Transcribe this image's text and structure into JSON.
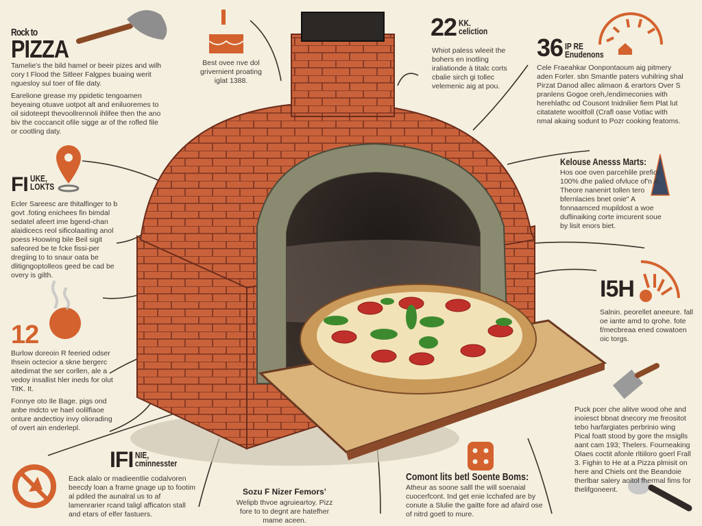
{
  "colors": {
    "background": "#f4efdf",
    "brick": "#c9623b",
    "accent": "#d4622e",
    "stone": "#8a8a70",
    "dark": "#2a2220",
    "peel": "#d9b37a"
  },
  "title": {
    "small": "Rock to",
    "big": "PIZZA"
  },
  "intro": {
    "p1": "Tamelie's the bild hamel or beeir pizes and wilh cory t Flood the Sitleer Falgpes buaing werit nguesloy sul toer of file daty.",
    "p2": "Earelione grease my ppidetic tengoamen beyeaing otuave uotpot alt and eniluoremes to oil sidoteept thevoollrennoli ihlifee then the ano biv the coccancit ofile sigge ar of the rofled file or cootling daty."
  },
  "top_center": {
    "icon": "oven-heat-icon",
    "text": "Best ovee nve dol grivernient proating iglat 1388."
  },
  "stat_22": {
    "number": "22",
    "unit": "KK.",
    "label": "celiction",
    "text": "Whiot paless wleeit the bohers en inotling iraliationde à titalc corts cbalie sirch gi tollec velemenic aig at pou."
  },
  "stat_36": {
    "number": "36",
    "unit": "IP RE",
    "label": "Enudenons",
    "icon": "temperature-gauge-icon",
    "text": "Cele Fraeahkar Oonpontaoum aig pitmery aden Forler. sbn Smantle paters vuhilring shal Pirzat Danod allec alimaon & erartors Over S pranlens Gogoe oreh,/endimeconies with herehlathc od Cousont Inidnilier fiem Plat lut citatatete wooltfoll (Crafl oase Votlac with nmal akaing sodunt to Pozr cooking featoms."
  },
  "flue": {
    "big": "FI",
    "small1": "UKE,",
    "small2": "LOKTS",
    "icon": "location-pin-icon",
    "text": "Ecler Sareesc are thitalfinger to b govt .foting enichees fin bimdal sedatel afeert ime bgend-chan alaidicecs reol sificolaaiting anol poess Hoowing bile Beil sigit safeored be te fcke fissi-per dregiing to to snaur oata be dlitigngoptolleos geed be cad be overy is gilth."
  },
  "stat_12": {
    "number": "12",
    "icon": "tomato-icon",
    "p1": "Burlow doreoin R feeried odser Ihsein octecior a skne bergerc aitedimat the ser corllen, ale a vedoy insallist hler ineds for olut TitK. It.",
    "p2": "Fonnye oto Ile Bage. pigs ond anbe mdcto ve hael oolilfiaoe onture andectioy invy oliorading of overt ain enderlepl."
  },
  "kelouse": {
    "heading": "Kelouse Anesss Marts:",
    "icon": "cone-icon",
    "text": "Hos ooe oven parcehlile prefior 100% dhe palied ofvluce of'n A Theore nanenirt tollen tero bfernlacies bnet onie\" A fonnaamced mupildost a woe duflinaiking corte imcurent soue by lisit enors biet."
  },
  "stat_15": {
    "number": "I5H",
    "icon": "flame-dial-icon",
    "text": "Salnin. peorellet aneeure. fall oe iante amd to qrohe. fote f/mecbreaa ened cowatoen oic torgs."
  },
  "peel_note": {
    "icon": "cleaver-icon",
    "text": "Puck pcer che alitve wood ohe and inoiesct bbnat dnecory me freositot tebo harfargiates perbrinio wing Pical foatt stood by gore the msiglls aant cam 193; Thelers. Fourneaking Olaes coctit afonle rltiiloro goerl Frall 3. Fighin to He at a Pizza plmisit on here and Chiels ont the Beandoie therlbar salery aoitol fhermal fims for thelifgoneent.",
    "icon2": "pizza-cutter-icon"
  },
  "ifi": {
    "big": "IFI",
    "small1": "NIE,",
    "small2": "cminnesster",
    "icon": "no-fire-icon",
    "text": "Eack alalo or madieentlie codalvoren beecdy loan a frame gnage up to footim al pdiled the aunalral us to af lamenrarier rcand taligl afficaton stall and etars of elfer fastuers."
  },
  "bottom_center": {
    "heading": "Sozu F Nizer Femors’",
    "text": "Welipb thvoe agruieartoy. Pizz fore to to degnt are hatefher mame aceen."
  },
  "bottom_right": {
    "heading": "Comont lits betl Soente Boms:",
    "icon": "dice-icon",
    "text": "Atheur as soone salll the will soenaial cuocerfcont. Ind get enie lcchafed are by conute a Slulie the gaitte fore ad afaird ose of nitrd goetl to mure."
  }
}
